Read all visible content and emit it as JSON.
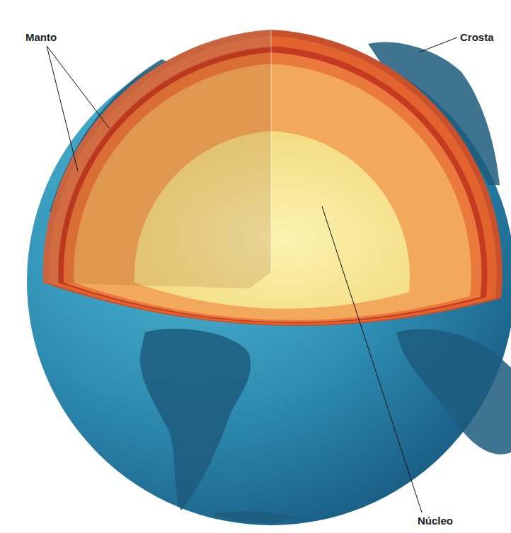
{
  "diagram": {
    "labels": [
      "Manto",
      "Crosta",
      "Núcleo"
    ]
  }
}
